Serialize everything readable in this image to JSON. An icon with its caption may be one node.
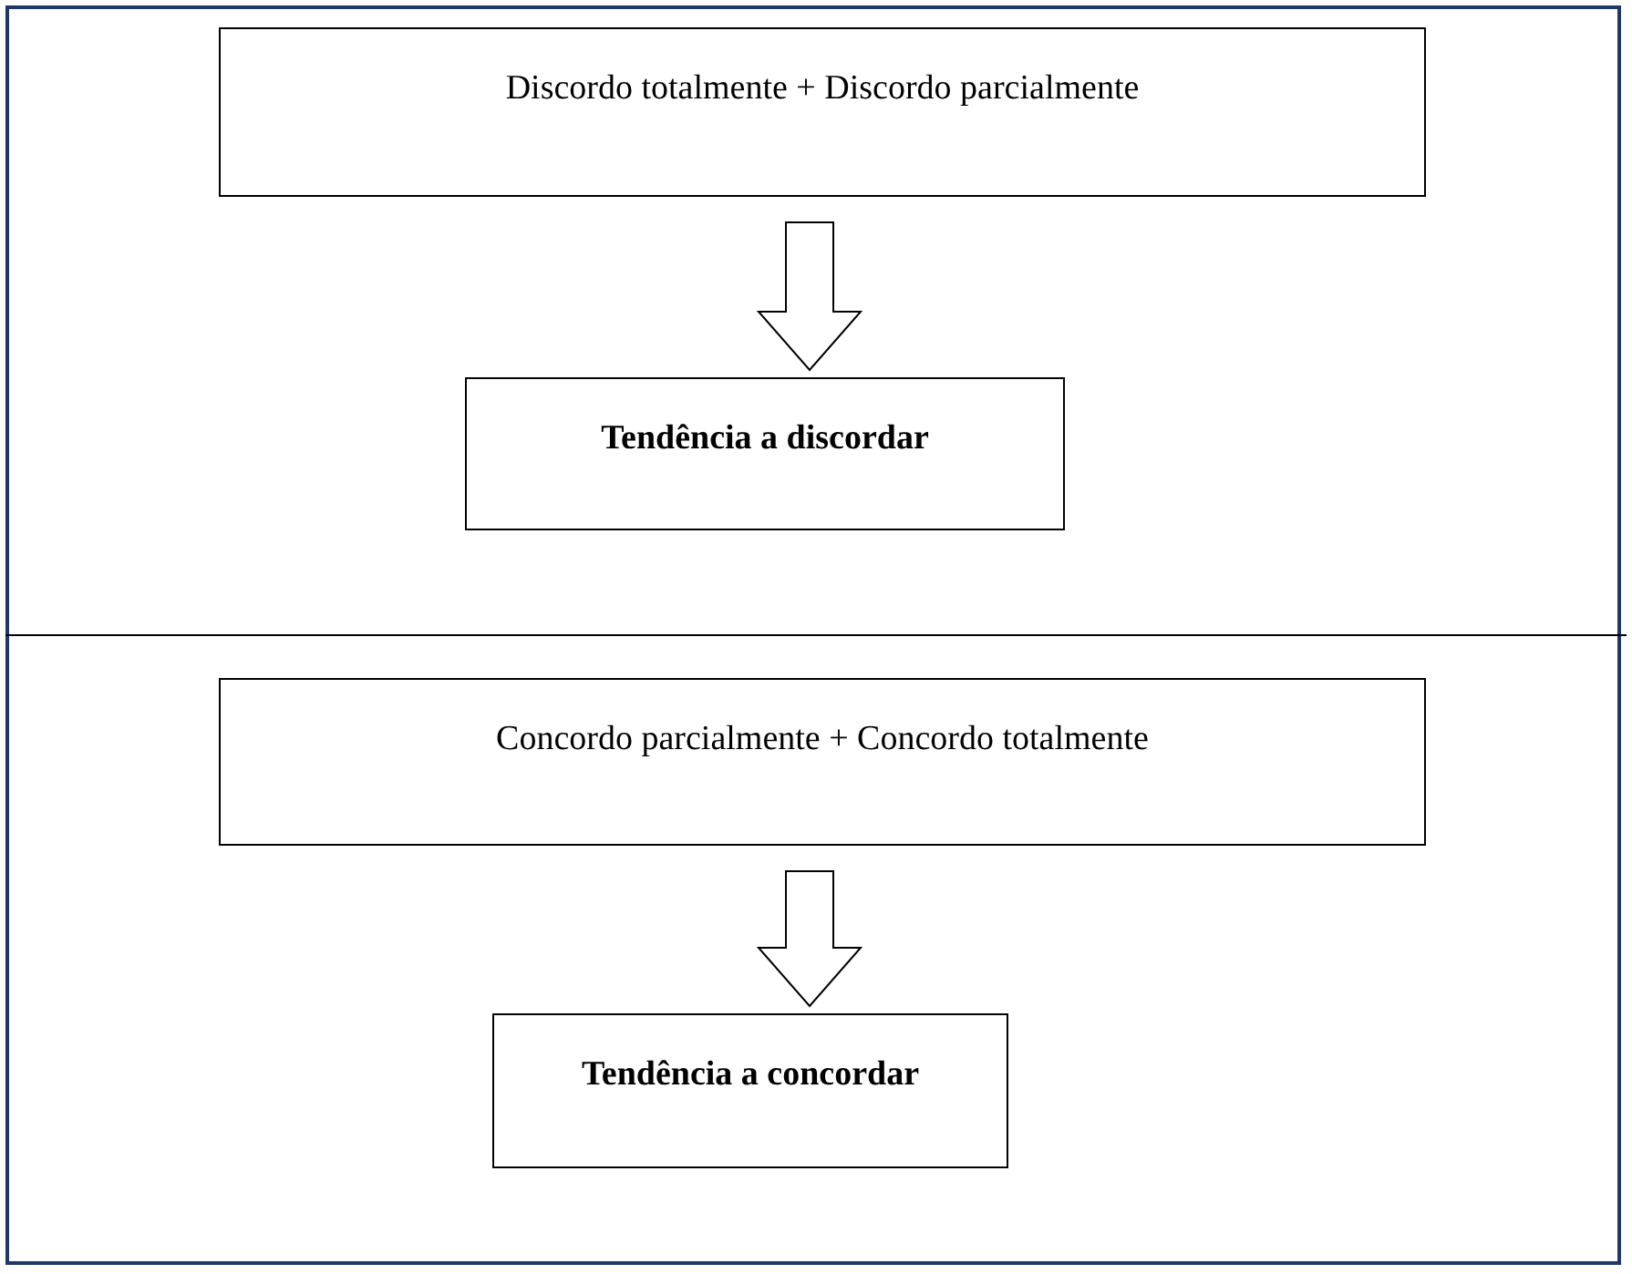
{
  "diagram": {
    "nodes": [
      {
        "text": [
          "Discordo totalmente + Discordo parcialmente"
        ]
      },
      {
        "text": [
          "Tendência a discordar"
        ]
      },
      {
        "text": [
          "Concordo parcialmente + Concordo totalmente"
        ]
      },
      {
        "text": [
          "Tendência a concordar"
        ]
      }
    ],
    "edges": [
      {
        "from": 0,
        "to": 1,
        "arrow": "to"
      },
      {
        "from": 2,
        "to": 3,
        "arrow": "to"
      }
    ]
  }
}
